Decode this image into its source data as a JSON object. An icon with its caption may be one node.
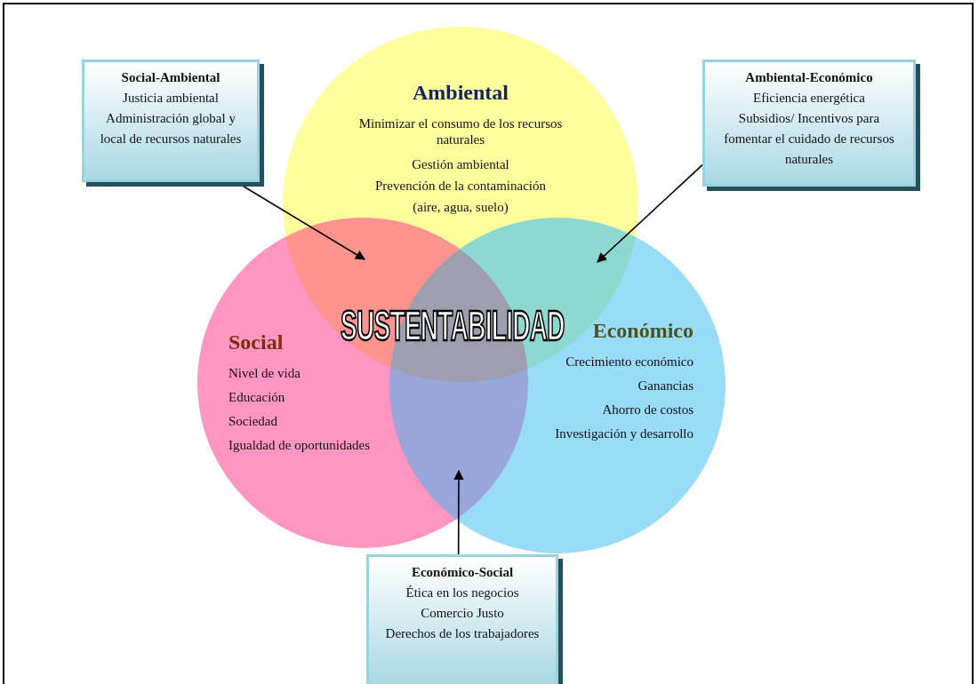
{
  "diagram": {
    "nodes": [
      {
        "text": [
          "Ambiental",
          "Minimizar el consumo de los recursos naturales",
          "Gestión ambiental",
          "Prevención de la contaminación",
          "(aire, agua, suelo)"
        ]
      },
      {
        "text": [
          "Social",
          "Nivel de vida",
          "Educación",
          "Sociedad",
          "Igualdad de oportunidades"
        ]
      },
      {
        "text": [
          "Económico",
          "Crecimiento económico",
          "Ganancias",
          "Ahorro de costos",
          "Investigación y desarrollo"
        ]
      },
      {
        "text": [
          "Social-Ambiental",
          "Justicia ambiental",
          "Administración global y local de recursos naturales"
        ]
      },
      {
        "text": [
          "Ambiental-Económico",
          "Eficiencia energética",
          "Subsidios/ Incentivos para fomentar el cuidado de recursos naturales"
        ]
      },
      {
        "text": [
          "Económico-Social",
          "Ética en los negocios",
          "Comercio Justo",
          "Derechos de los trabajadores"
        ]
      },
      {
        "text": [],
        "shape": "lens"
      },
      {
        "text": [],
        "shape": "lens"
      },
      {
        "text": [],
        "shape": "lens"
      }
    ],
    "edges": [
      {
        "from": 3,
        "to": 6,
        "arrow": "to"
      },
      {
        "from": 4,
        "to": 7,
        "arrow": "to"
      },
      {
        "from": 5,
        "to": 8,
        "arrow": "to"
      }
    ],
    "labels": [
      "SUSTENTABILIDAD"
    ]
  }
}
